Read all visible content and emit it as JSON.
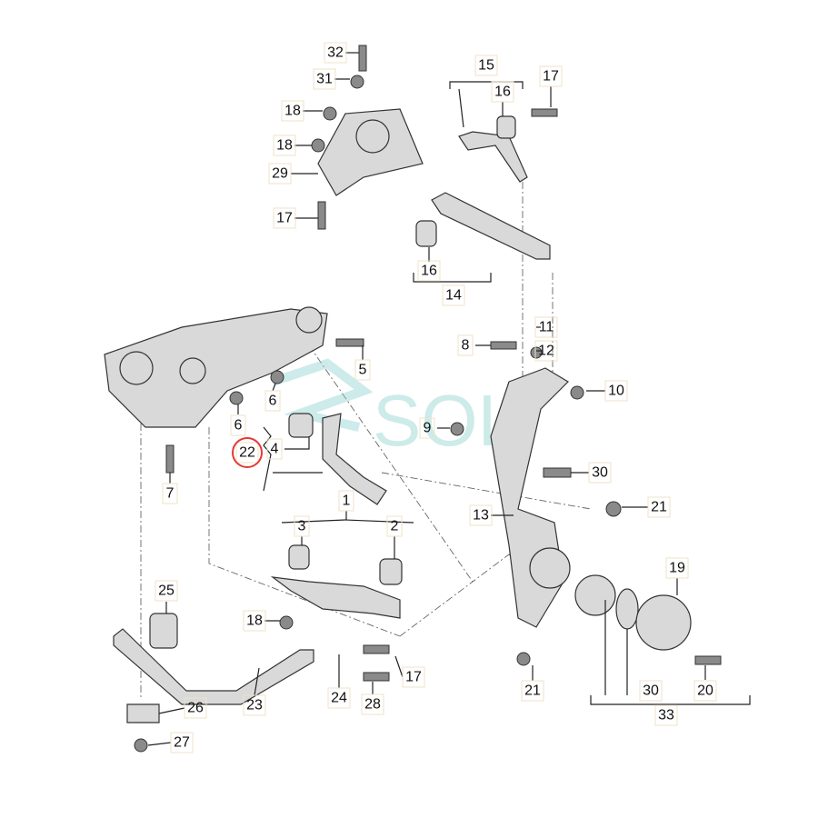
{
  "diagram": {
    "watermark": "SOL",
    "highlight_color": "#e53935",
    "highlighted_part": "22",
    "part_labels": [
      "32",
      "31",
      "18",
      "18",
      "29",
      "17",
      "15",
      "16",
      "17",
      "16",
      "14",
      "11",
      "8",
      "12",
      "5",
      "10",
      "6",
      "6",
      "9",
      "22",
      "4",
      "7",
      "30",
      "1",
      "13",
      "21",
      "3",
      "2",
      "19",
      "25",
      "18",
      "17",
      "23",
      "26",
      "24",
      "28",
      "21",
      "30",
      "20",
      "33",
      "27"
    ]
  }
}
